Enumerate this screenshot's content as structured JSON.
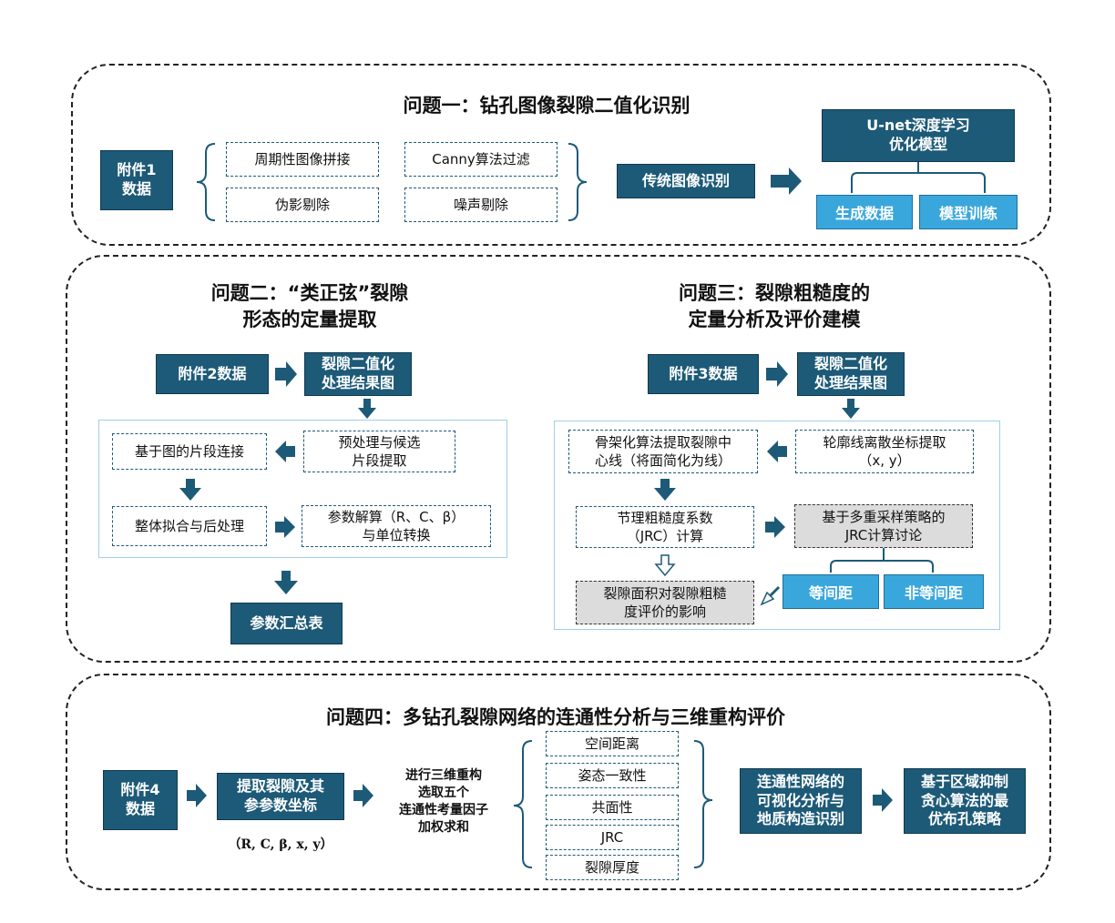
{
  "section1": {
    "title": "问题一：钻孔图像裂隙二值化识别",
    "input": "附件1\n数据",
    "steps": [
      "周期性图像拼接",
      "Canny算法过滤",
      "伪影剔除",
      "噪声剔除"
    ],
    "traditional": "传统图像识别",
    "unet": "U-net深度学习\n优化模型",
    "gen_data": "生成数据",
    "train": "模型训练"
  },
  "section2": {
    "title": "问题二：“类正弦”裂隙\n形态的定量提取",
    "input": "附件2数据",
    "binary": "裂隙二值化\n处理结果图",
    "preprocess": "预处理与候选\n片段提取",
    "graph_connect": "基于图的片段连接",
    "fit": "整体拟合与后处理",
    "solve": "参数解算（R、C、β）\n与单位转换",
    "summary": "参数汇总表"
  },
  "section3": {
    "title": "问题三：裂隙粗糙度的\n定量分析及评价建模",
    "input": "附件3数据",
    "binary": "裂隙二值化\n处理结果图",
    "contour": "轮廓线离散坐标提取\n（x, y）",
    "skeleton": "骨架化算法提取裂隙中\n心线（将面简化为线）",
    "jrc_calc": "节理粗糙度系数\n（JRC）计算",
    "multi_sample": "基于多重采样策略的\nJRC计算讨论",
    "equal": "等间距",
    "unequal": "非等间距",
    "area_effect": "裂隙面积对裂隙粗糙\n度评价的影响"
  },
  "section4": {
    "title": "问题四：多钻孔裂隙网络的连通性分析与三维重构评价",
    "input": "附件4\n数据",
    "extract": "提取裂隙及其\n参参数坐标",
    "params": "（R, C, β, x, y）",
    "recon": "进行三维重构\n选取五个\n连通性考量因子\n加权求和",
    "factors": [
      "空间距离",
      "姿态一致性",
      "共面性",
      "JRC",
      "裂隙厚度"
    ],
    "visual": "连通性网络的\n可视化分析与\n地质构造识别",
    "optimal": "基于区域抑制\n贪心算法的最\n优布孔策略"
  },
  "colors": {
    "dark": "#1d5a78",
    "light": "#3aa7dc",
    "gray": "#dcdcdc"
  }
}
